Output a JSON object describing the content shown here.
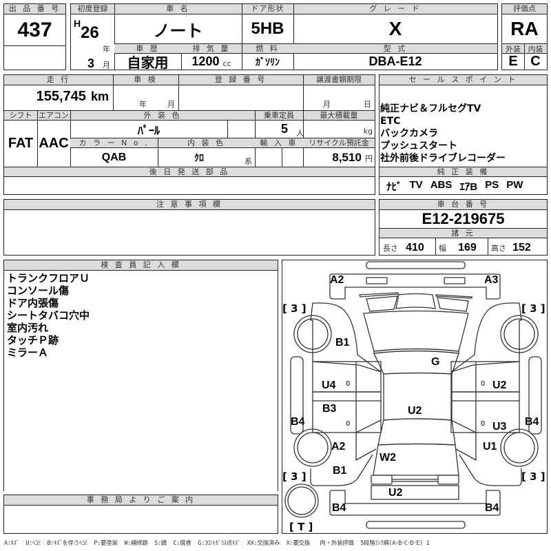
{
  "lot": {
    "label": "出 品 番 号",
    "value": "437"
  },
  "first_registration": {
    "label": "初度登録",
    "era": "H",
    "year": "26",
    "year_unit": "年",
    "month": "3",
    "month_unit": "月"
  },
  "car_name": {
    "label": "車 名",
    "value": "ノート"
  },
  "door_type": {
    "label": "ドア形状",
    "value": "5HB"
  },
  "grade": {
    "label": "グ レ ー ド",
    "value": "X"
  },
  "score": {
    "label": "評価点",
    "value": "RA",
    "exterior_label": "外装",
    "interior_label": "内装",
    "exterior": "E",
    "interior": "C"
  },
  "history": {
    "label": "車 歴",
    "value": "自家用"
  },
  "displacement": {
    "label": "排 気 量",
    "value": "1200",
    "unit": "cc"
  },
  "fuel": {
    "label": "燃 料",
    "value": "ｶﾞｿﾘﾝ"
  },
  "model_code": {
    "label": "型 式",
    "value": "DBA-E12"
  },
  "mileage": {
    "label": "走 行",
    "value": "155,745",
    "unit": "km"
  },
  "inspection": {
    "label": "車 検",
    "year_unit": "年",
    "month_unit": "月"
  },
  "registration_no": {
    "label": "登 録 番 号",
    "value": ""
  },
  "transfer_deadline": {
    "label": "譲渡書類期限",
    "month_unit": "月",
    "day_unit": "日"
  },
  "shift": {
    "label": "シフト",
    "value": "FAT"
  },
  "aircon": {
    "label": "エアコン",
    "value": "AAC"
  },
  "exterior_color": {
    "label": "外 装 色",
    "value": "ﾊﾟｰﾙ"
  },
  "capacity": {
    "label": "乗車定員",
    "value": "5",
    "unit": "人"
  },
  "max_load": {
    "label": "最大積載量",
    "unit": "kg"
  },
  "color_no": {
    "label": "カ ラ ー N o .",
    "value": "QAB"
  },
  "interior_color": {
    "label": "内 装 色",
    "value": "ｸﾛ",
    "unit": "系"
  },
  "import": {
    "label": "輸 入 車"
  },
  "recycle": {
    "label": "リサイクル預託金",
    "value": "8,510",
    "unit": "円"
  },
  "later_parts": {
    "label": "後 日 発 送 部 品"
  },
  "sales_points": {
    "label": "セ ー ル ス ポ イ ン ト",
    "items": [
      "純正ナビ＆フルセグTV",
      "ETC",
      "バックカメラ",
      "プッシュスタート",
      "社外前後ドライブレコーダー"
    ]
  },
  "equipment": {
    "label": "純 正 装 備",
    "items": [
      "ﾅﾋﾞ",
      "TV",
      "ABS",
      "ｴｱB",
      "PS",
      "PW"
    ]
  },
  "notes": {
    "label": "注 意 事 項 欄"
  },
  "chassis": {
    "label": "車 台 番 号",
    "value": "E12-219675"
  },
  "dimensions": {
    "label": "諸 元",
    "length_label": "長さ",
    "length": "410",
    "width_label": "幅",
    "width": "169",
    "height_label": "高さ",
    "height": "152"
  },
  "inspector": {
    "label": "検 査 員 記 入 欄",
    "items": [
      "トランクフロアＵ",
      "コンソール傷",
      "ドア内張傷",
      "シートタバコ穴中",
      "室内汚れ",
      "タッチＰ跡",
      "ミラーＡ"
    ]
  },
  "office": {
    "label": "事 務 局 よ り ご 案 内"
  },
  "diagram": {
    "marks": {
      "a2_top": "A2",
      "a3_top": "A3",
      "tire_fl": "[ 3 ]",
      "tire_fr": "[ 3 ]",
      "b1_upper": "B1",
      "g": "G",
      "u4": "U4",
      "u2_right": "U2",
      "b3": "B3",
      "u2_center": "U2",
      "b4_left": "B4",
      "b4_right": "B4",
      "u3": "U3",
      "a2_lower": "A2",
      "u1": "U1",
      "w2": "W2",
      "b1_lower": "B1",
      "tire_rl": "[ 3 ]",
      "tire_rr": "[ 3 ]",
      "u2_rear": "U2",
      "b4_rear_left": "B4",
      "b4_rear_right": "B4",
      "spare": "[ T ]",
      "small_0": "0"
    }
  },
  "legend": "A:ｷｽﾞ  U:ﾍｺﾐ  B:ｷｽﾞを伴うﾍｺﾐ  P:要塗装  W:補修跡  S:錆  C:腐食  G:ﾌﾛﾝﾄｶﾞﾗｽ点ｷｽﾞ  XX:交換済み  X:要交換   内・外装評価  5段階ﾗﾝｸ順(A･B･C･D･E) 1"
}
